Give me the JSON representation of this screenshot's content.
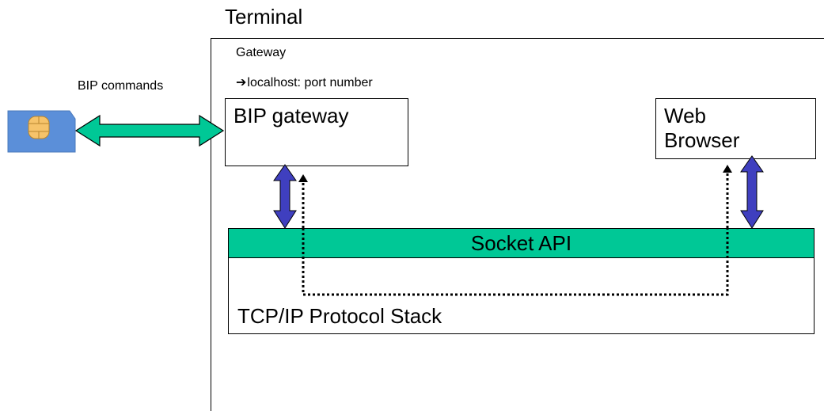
{
  "terminal": {
    "title": "Terminal"
  },
  "gateway": {
    "label": "Gateway",
    "localhost_arrow": "➔",
    "localhost_text": "localhost: port number"
  },
  "bip_commands": {
    "label": "BIP commands"
  },
  "bip_gateway": {
    "label": "BIP gateway"
  },
  "web_browser": {
    "line1": "Web",
    "line2": "Browser"
  },
  "socket_api": {
    "label": "Socket API"
  },
  "tcp_ip_stack": {
    "label": "TCP/IP Protocol Stack"
  },
  "icons": {
    "sim_card": "sim-card-icon",
    "bip_link_arrow": "double-arrow-icon"
  },
  "colors": {
    "green_arrow": "#00c896",
    "blue_arrow": "#3f3fbf",
    "socket_bar": "#00c896",
    "sim_card": "#5b8fd9",
    "sim_chip": "#f6c36a"
  }
}
